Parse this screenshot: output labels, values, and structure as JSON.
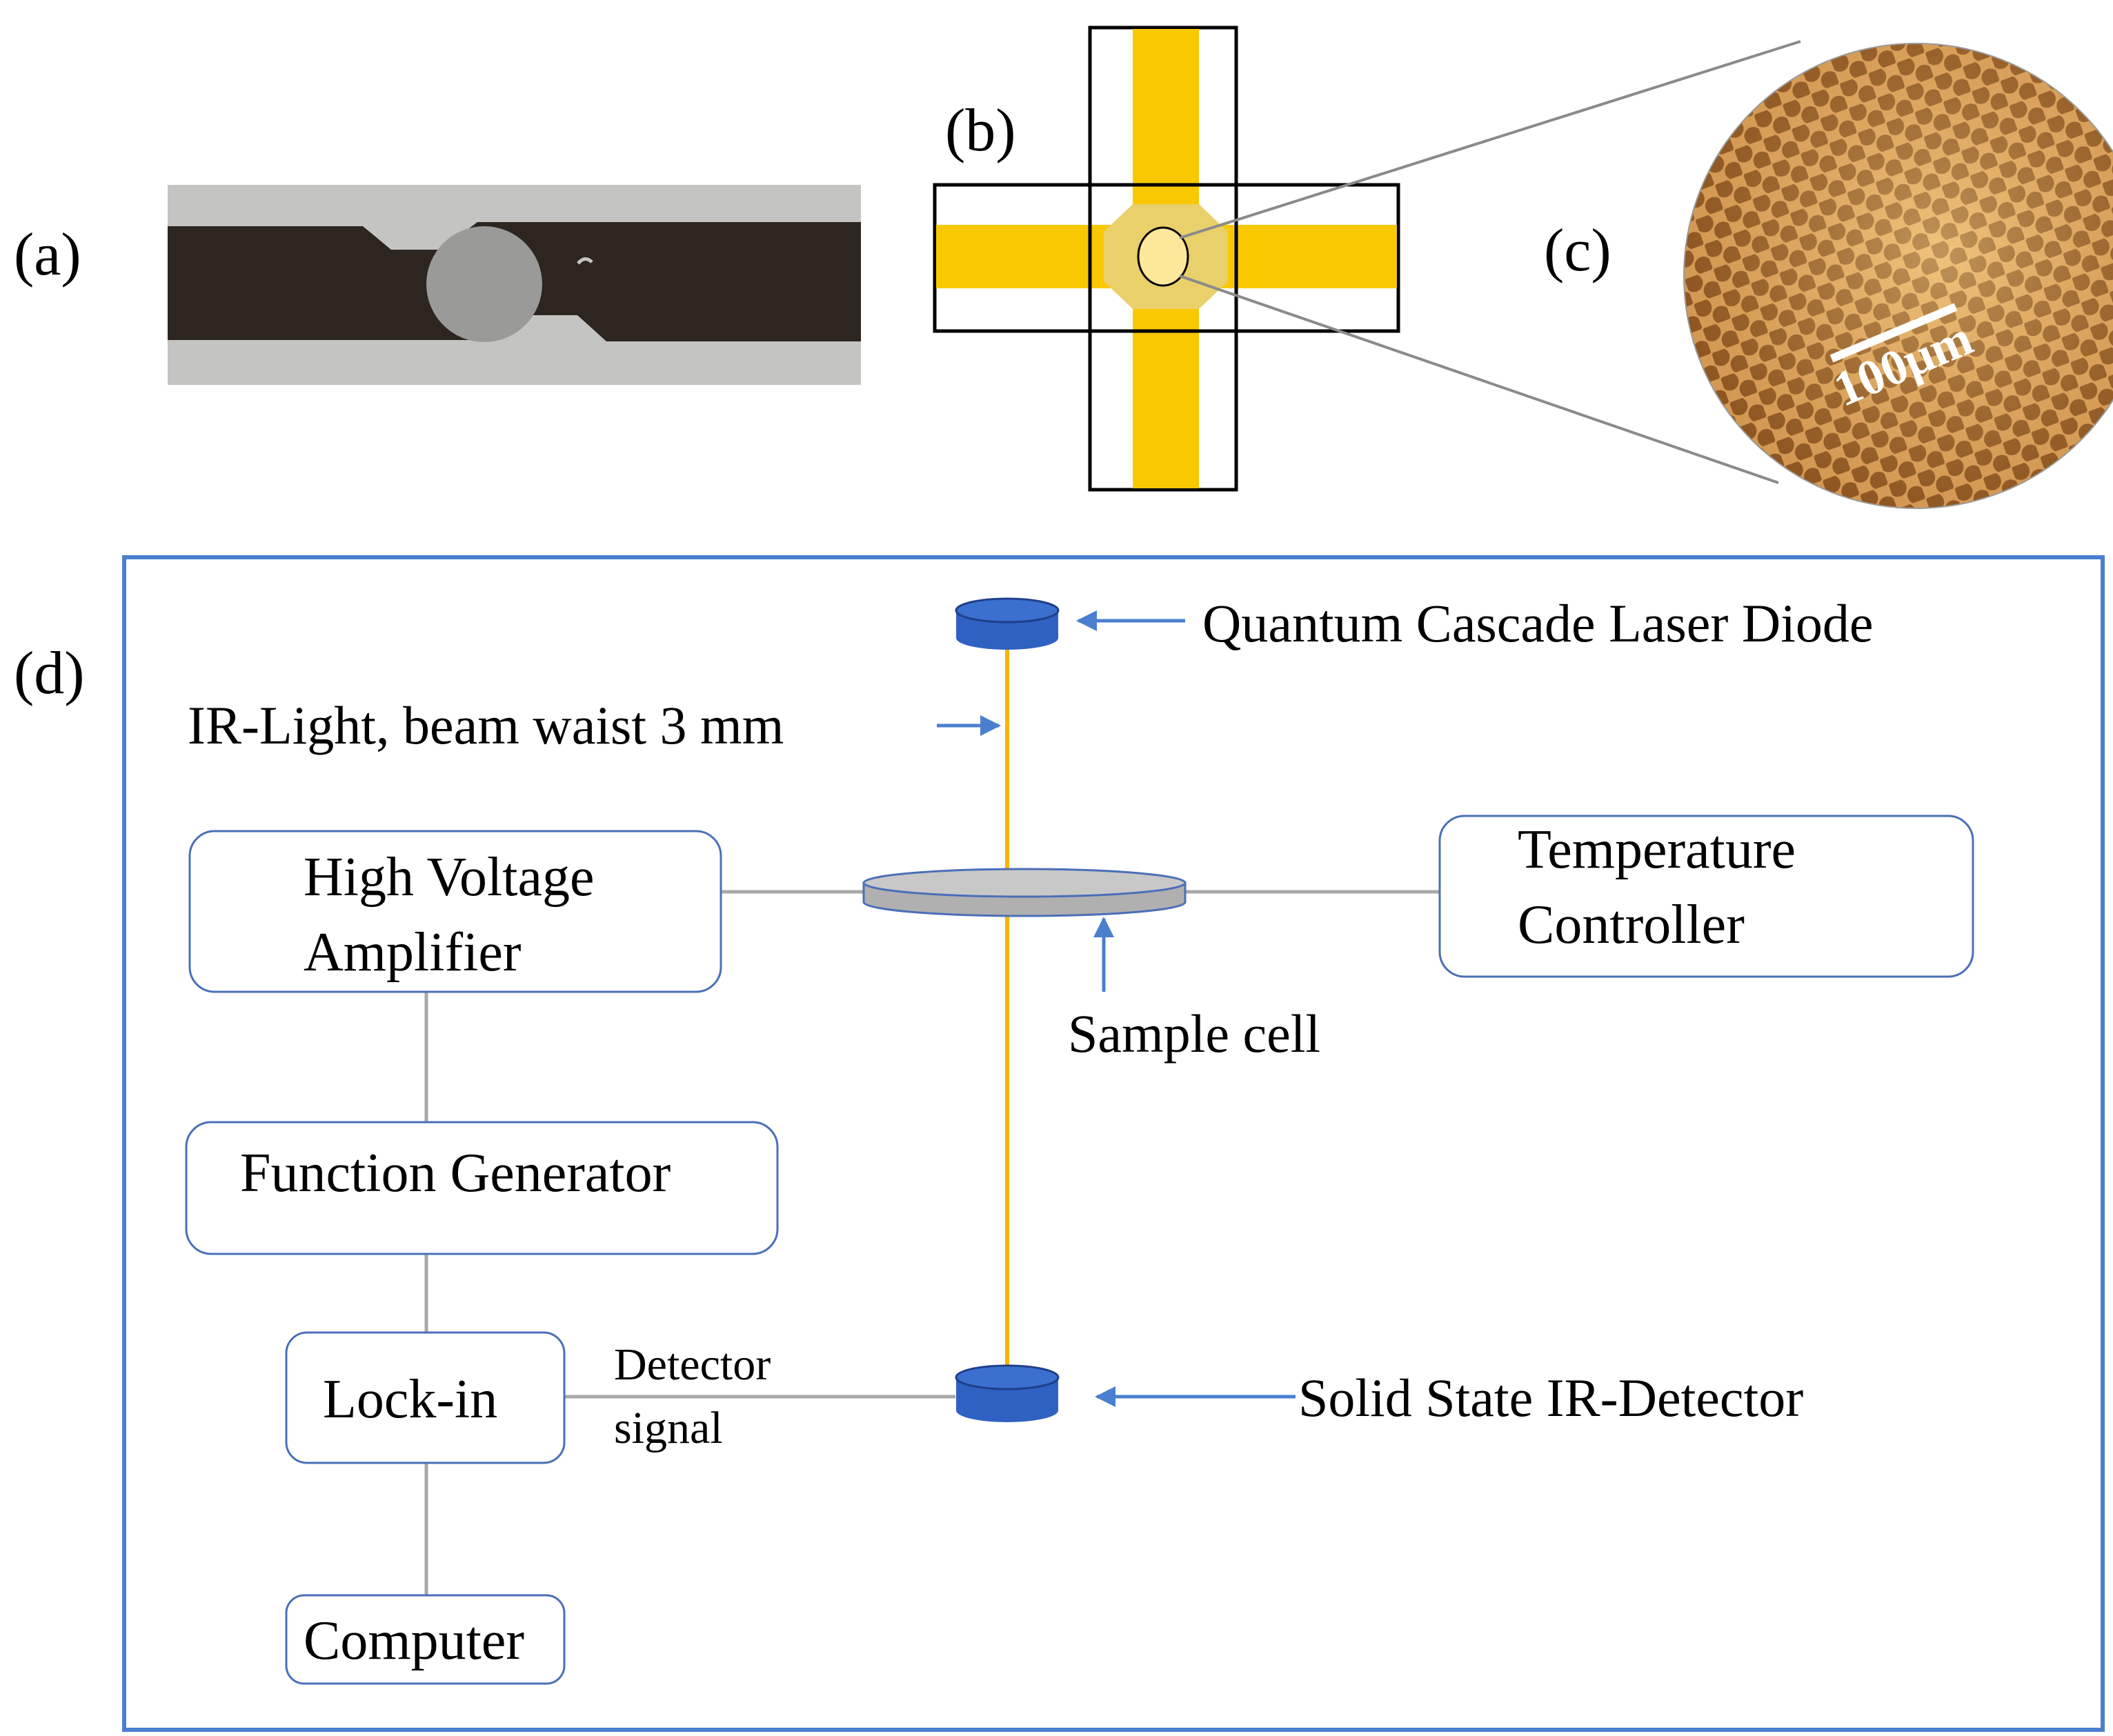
{
  "panels": {
    "a": {
      "label": "(a)"
    },
    "b": {
      "label": "(b)"
    },
    "c": {
      "label": "(c)",
      "scale_bar": "100μm"
    },
    "d": {
      "label": "(d)"
    }
  },
  "diagram": {
    "laser_label": "Quantum Cascade Laser Diode",
    "beam_label": "IR-Light, beam waist 3 mm",
    "sample_label": "Sample cell",
    "detector_label": "Solid State IR-Detector",
    "detector_signal_line1": "Detector",
    "detector_signal_line2": "signal",
    "boxes": {
      "hv_line1": "High Voltage",
      "hv_line2": "Amplifier",
      "temp_line1": "Temperature",
      "temp_line2": "Controller",
      "function_generator": "Function Generator",
      "lockin": "Lock-in",
      "computer": "Computer"
    }
  },
  "colors": {
    "beam": "#f7b500",
    "electrode": "#f9c800",
    "device": "#2f61c3",
    "frame": "#4a7fd0",
    "arrow": "#4a7fd0",
    "box_border": "#4a6fb8",
    "connector": "#a8a8a8",
    "cell_fill": "#c4c4c4",
    "honeycomb": "#c07b2a"
  }
}
